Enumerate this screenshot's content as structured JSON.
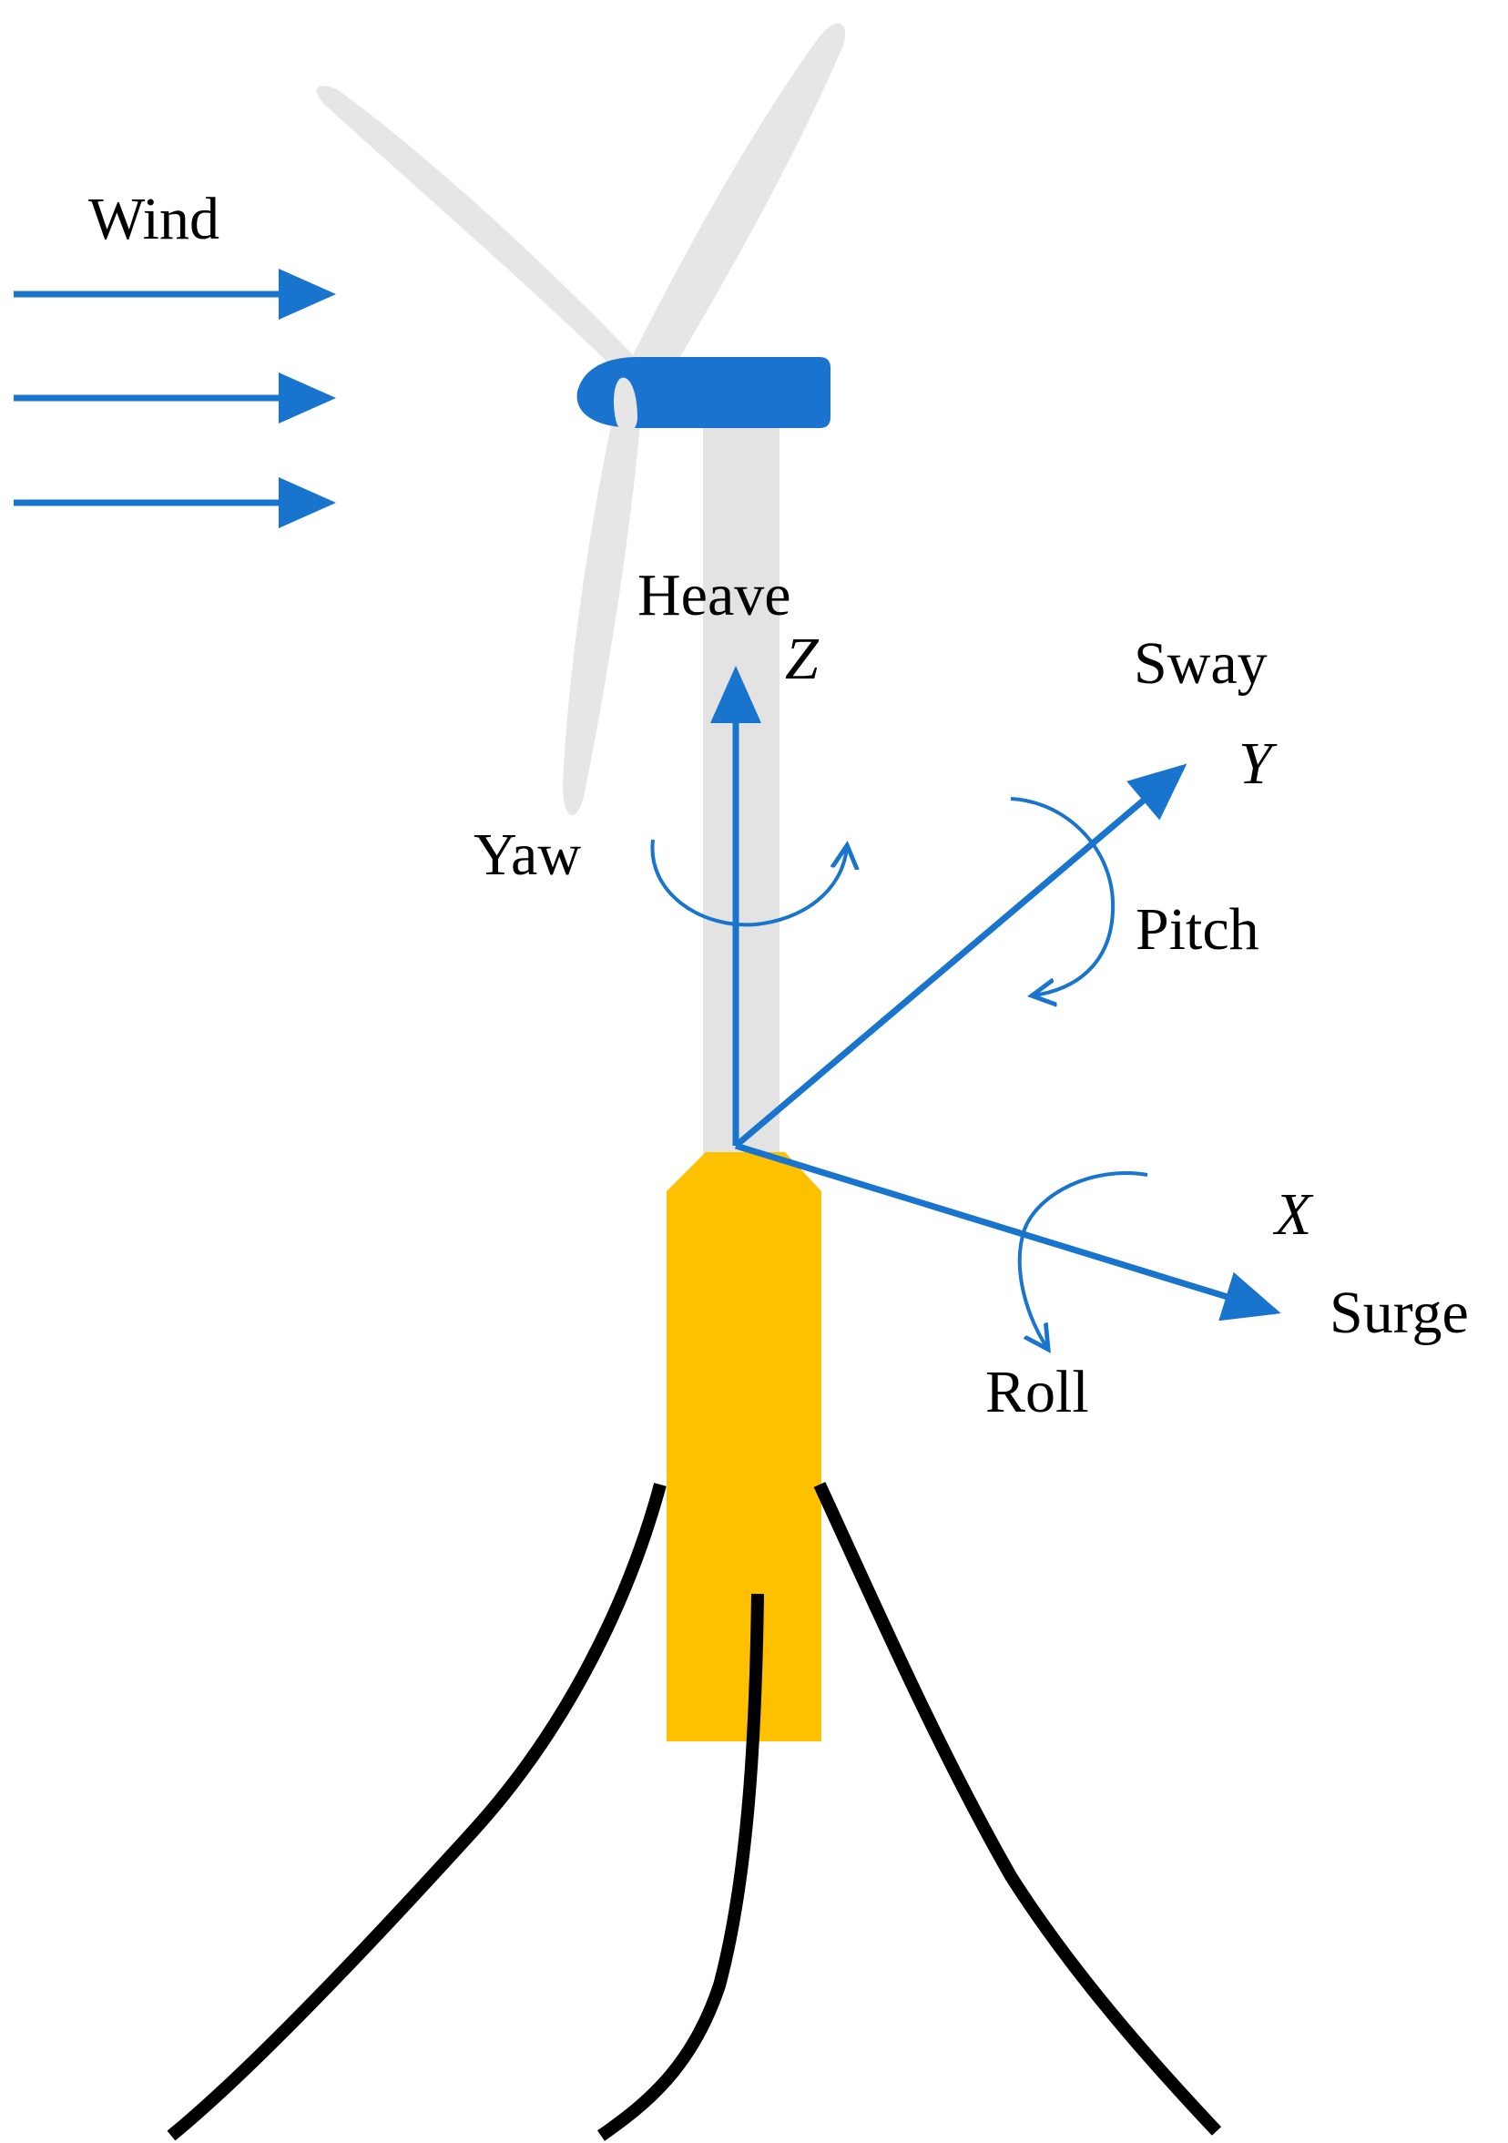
{
  "diagram": {
    "colors": {
      "accent_blue": "#1874CD",
      "nacelle_blue": "#1973CF",
      "blade_grey": "#E6E6E6",
      "tower_grey": "#E3E3E3",
      "platform_yellow": "#FFC000",
      "mooring_black": "#000000",
      "background": "#FFFFFF"
    },
    "wind": {
      "label": "Wind"
    },
    "dof_labels": {
      "heave": "Heave",
      "sway": "Sway",
      "surge": "Surge",
      "yaw": "Yaw",
      "pitch": "Pitch",
      "roll": "Roll"
    },
    "axes": {
      "z": "Z",
      "y": "Y",
      "x": "X"
    }
  }
}
